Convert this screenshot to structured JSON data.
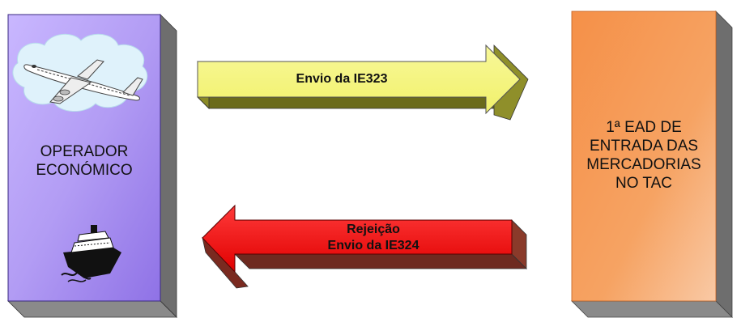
{
  "left_box": {
    "line1": "OPERADOR",
    "line2": "ECONÓMICO",
    "icons": [
      "airplane-icon",
      "ship-icon"
    ]
  },
  "right_box": {
    "line1": "1ª EAD DE",
    "line2": "ENTRADA DAS",
    "line3": "MERCADORIAS",
    "line4": "NO TAC"
  },
  "arrow_top": {
    "label": "Envio da IE323",
    "direction": "right"
  },
  "arrow_bottom": {
    "line1": "Rejeição",
    "line2": "Envio da IE324",
    "direction": "left"
  },
  "colors": {
    "left_box": "#a98bef",
    "right_box": "#f08a3a",
    "arrow_top": "#f7f78c",
    "arrow_bottom": "#ee1b1b"
  }
}
